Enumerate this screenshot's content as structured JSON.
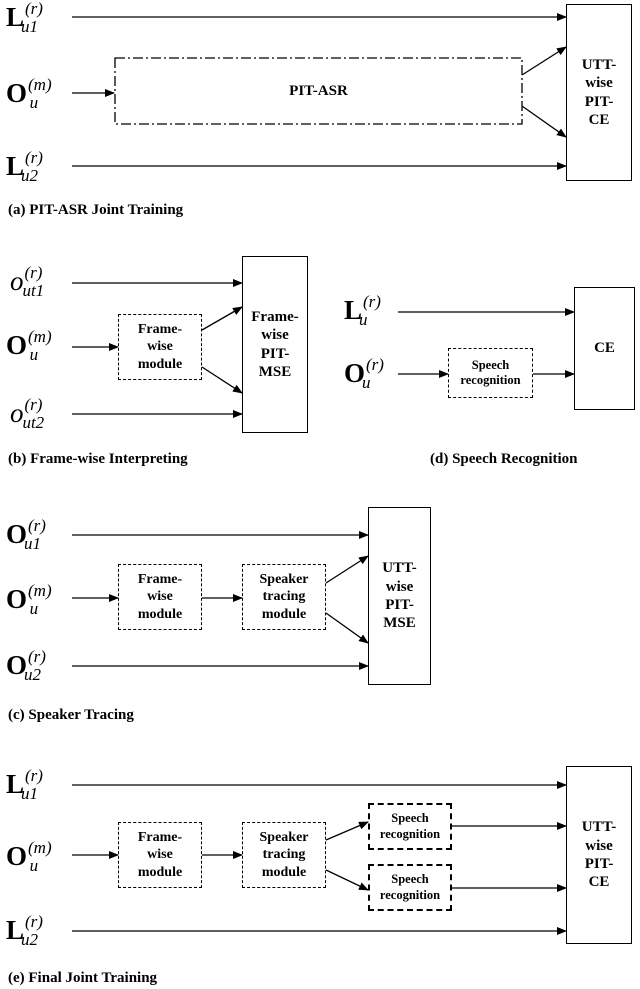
{
  "panel_a": {
    "caption": "(a) PIT-ASR Joint Training",
    "in1": {
      "base": "L",
      "sup": "(r)",
      "sub": "u1"
    },
    "in2": {
      "base": "O",
      "sup": "(m)",
      "sub": "u"
    },
    "in3": {
      "base": "L",
      "sup": "(r)",
      "sub": "u2"
    },
    "pit_asr": "PIT-ASR",
    "out": "UTT-\nwise\nPIT-\nCE"
  },
  "panel_b": {
    "caption": "(b) Frame-wise Interpreting",
    "in1": {
      "base": "o",
      "sup": "(r)",
      "sub": "ut1"
    },
    "in2": {
      "base": "O",
      "sup": "(m)",
      "sub": "u"
    },
    "in3": {
      "base": "o",
      "sup": "(r)",
      "sub": "ut2"
    },
    "module": "Frame-\nwise\nmodule",
    "out": "Frame-\nwise\nPIT-\nMSE"
  },
  "panel_d": {
    "caption": "(d) Speech Recognition",
    "in1": {
      "base": "L",
      "sup": "(r)",
      "sub": "u"
    },
    "in2": {
      "base": "O",
      "sup": "(r)",
      "sub": "u"
    },
    "module": "Speech\nrecognition",
    "out": "CE"
  },
  "panel_c": {
    "caption": "(c) Speaker Tracing",
    "in1": {
      "base": "O",
      "sup": "(r)",
      "sub": "u1"
    },
    "in2": {
      "base": "O",
      "sup": "(m)",
      "sub": "u"
    },
    "in3": {
      "base": "O",
      "sup": "(r)",
      "sub": "u2"
    },
    "module1": "Frame-\nwise\nmodule",
    "module2": "Speaker\ntracing\nmodule",
    "out": "UTT-\nwise\nPIT-\nMSE"
  },
  "panel_e": {
    "caption": "(e) Final Joint Training",
    "in1": {
      "base": "L",
      "sup": "(r)",
      "sub": "u1"
    },
    "in2": {
      "base": "O",
      "sup": "(m)",
      "sub": "u"
    },
    "in3": {
      "base": "L",
      "sup": "(r)",
      "sub": "u2"
    },
    "module1": "Frame-\nwise\nmodule",
    "module2": "Speaker\ntracing\nmodule",
    "sr1": "Speech\nrecognition",
    "sr2": "Speech\nrecognition",
    "out": "UTT-\nwise\nPIT-\nCE"
  }
}
